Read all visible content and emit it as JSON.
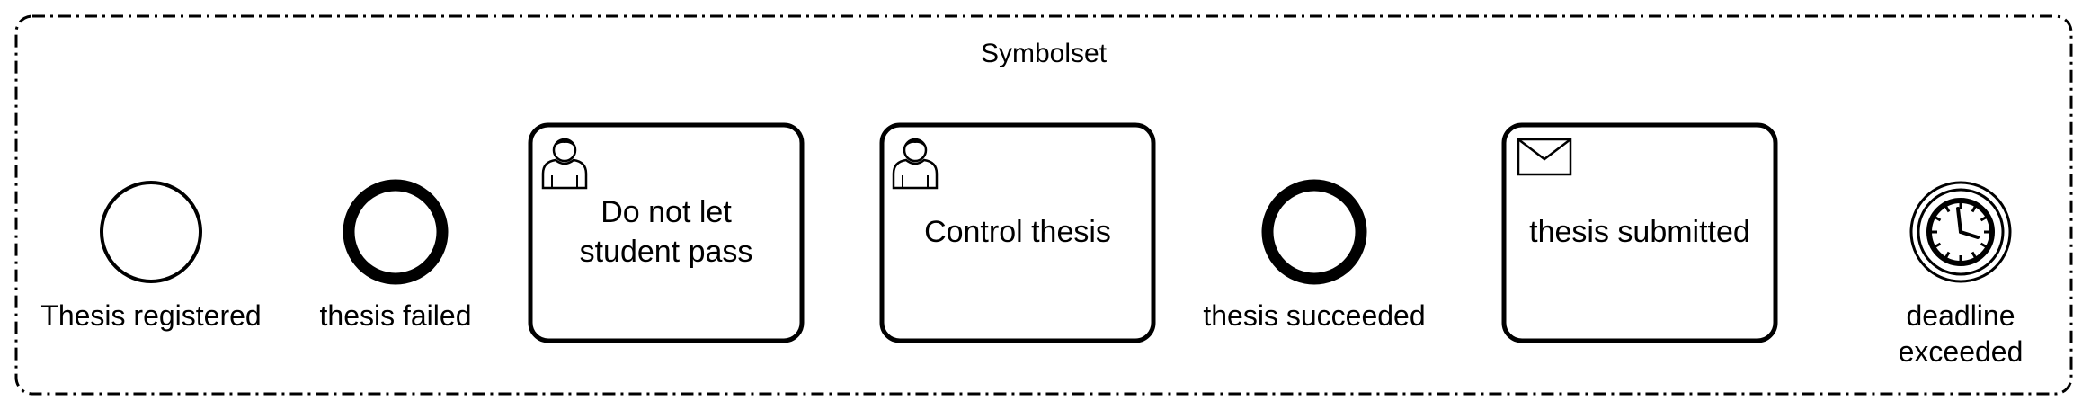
{
  "group": {
    "label": "Symbolset"
  },
  "start_event": {
    "label": "Thesis registered"
  },
  "end_event_failed": {
    "label": "thesis failed"
  },
  "task_do_not_pass": {
    "label_line1": "Do not let",
    "label_line2": "student pass",
    "icon": "user-icon"
  },
  "task_control": {
    "label": "Control thesis",
    "icon": "user-icon"
  },
  "end_event_succeeded": {
    "label": "thesis succeeded"
  },
  "task_submitted": {
    "label": "thesis submitted",
    "icon": "envelope-icon"
  },
  "timer_event": {
    "label_line1": "deadline",
    "label_line2": "exceeded",
    "icon": "clock-icon"
  },
  "colors": {
    "stroke": "#000000",
    "fill": "#ffffff"
  }
}
